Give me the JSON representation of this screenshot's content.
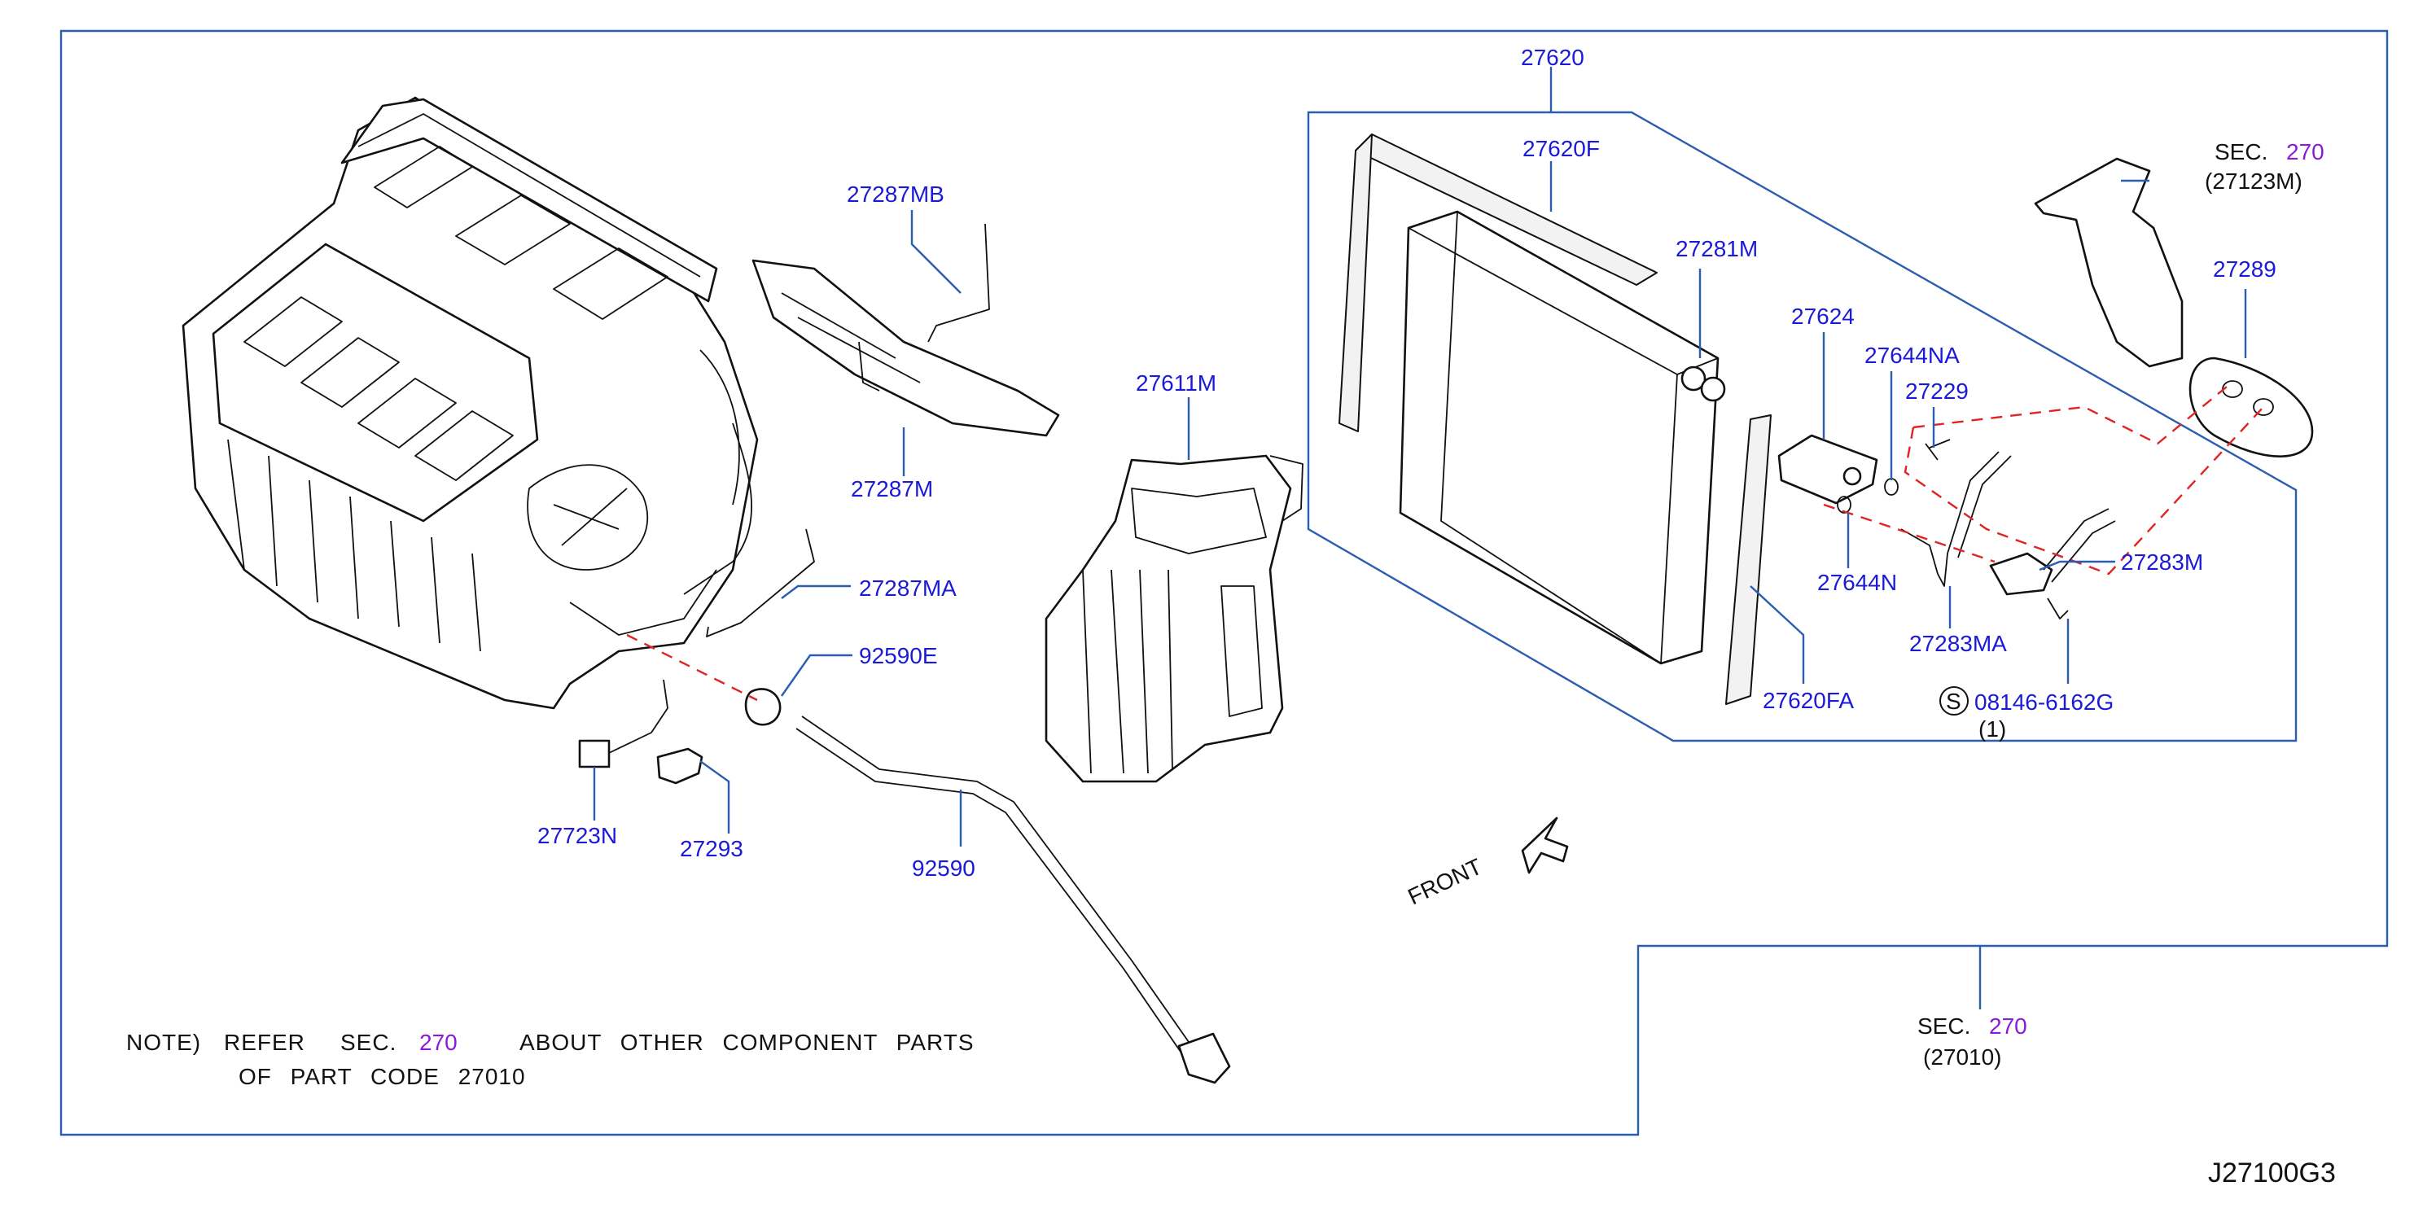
{
  "diagram_code": "J27100G3",
  "callouts": {
    "c27620": "27620",
    "c27620F": "27620F",
    "c27281M": "27281M",
    "c27624": "27624",
    "c27644NA": "27644NA",
    "c27229": "27229",
    "c27289": "27289",
    "c27283M": "27283M",
    "c27644N": "27644N",
    "c27283MA": "27283MA",
    "c27620FA": "27620FA",
    "c08146": "08146-6162G",
    "c08146_qty": "(1)",
    "c08146_s": "S",
    "c27287MB": "27287MB",
    "c27287M": "27287M",
    "c27611M": "27611M",
    "c27287MA": "27287MA",
    "c92590E": "92590E",
    "c27723N": "27723N",
    "c27293": "27293",
    "c92590": "92590"
  },
  "sec_refs": {
    "top_right": {
      "label": "SEC.",
      "number": "270",
      "part": "(27123M)"
    },
    "bottom_right": {
      "label": "SEC.",
      "number": "270",
      "part": "(27010)"
    }
  },
  "front_label": "FRONT",
  "note": {
    "prefix": "NOTE)",
    "refer": "REFER",
    "sec": "SEC.",
    "number": "270",
    "rest": "ABOUT OTHER COMPONENT PARTS",
    "line2": "OF PART CODE 27010"
  },
  "colors": {
    "callout_text": "#1a1ad8",
    "leader_lines": "#2b5db0",
    "section_number": "#8a1bd6",
    "hidden_path_dashes": "#e02424"
  }
}
